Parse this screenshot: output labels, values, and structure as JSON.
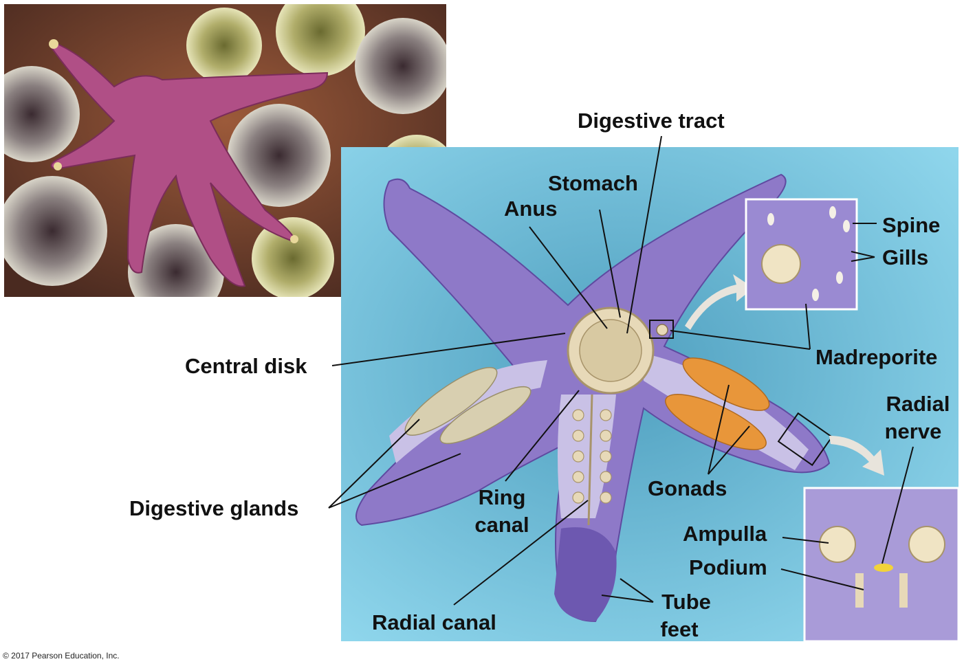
{
  "labels": {
    "digestive_tract": "Digestive tract",
    "stomach": "Stomach",
    "anus": "Anus",
    "spine": "Spine",
    "gills": "Gills",
    "central_disk": "Central disk",
    "madreporite": "Madreporite",
    "radial_nerve_1": "Radial",
    "radial_nerve_2": "nerve",
    "digestive_glands": "Digestive glands",
    "ring_canal_1": "Ring",
    "ring_canal_2": "canal",
    "gonads": "Gonads",
    "ampulla": "Ampulla",
    "podium": "Podium",
    "radial_canal": "Radial canal",
    "tube_feet_1": "Tube",
    "tube_feet_2": "feet"
  },
  "copyright": "© 2017 Pearson Education, Inc.",
  "colors": {
    "diagram_background": "#7fcde6",
    "starfish_body": "#8e79c8",
    "photo_starfish": "#b04f86",
    "gonads": "#e8963a",
    "internal_organs": "#e7d9b8"
  }
}
